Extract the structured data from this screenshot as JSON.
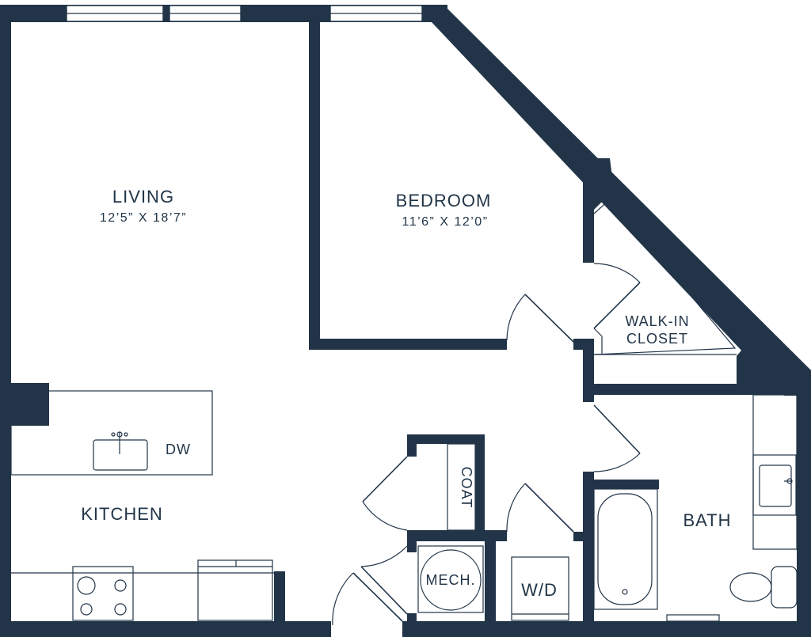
{
  "colors": {
    "wall": "#223548",
    "background": "#ffffff"
  },
  "rooms": {
    "living": {
      "name": "LIVING",
      "dimensions": "12’5” X 18’7”"
    },
    "bedroom": {
      "name": "BEDROOM",
      "dimensions": "11’6” X 12’0”"
    },
    "kitchen": {
      "name": "KITCHEN"
    },
    "bath": {
      "name": "BATH"
    },
    "closet": {
      "line1": "WALK-IN",
      "line2": "CLOSET"
    },
    "coat": {
      "name": "COAT"
    },
    "mech": {
      "name": "MECH."
    },
    "washer_dryer": {
      "name": "W/D"
    }
  },
  "fixtures": {
    "dishwasher": "DW"
  }
}
